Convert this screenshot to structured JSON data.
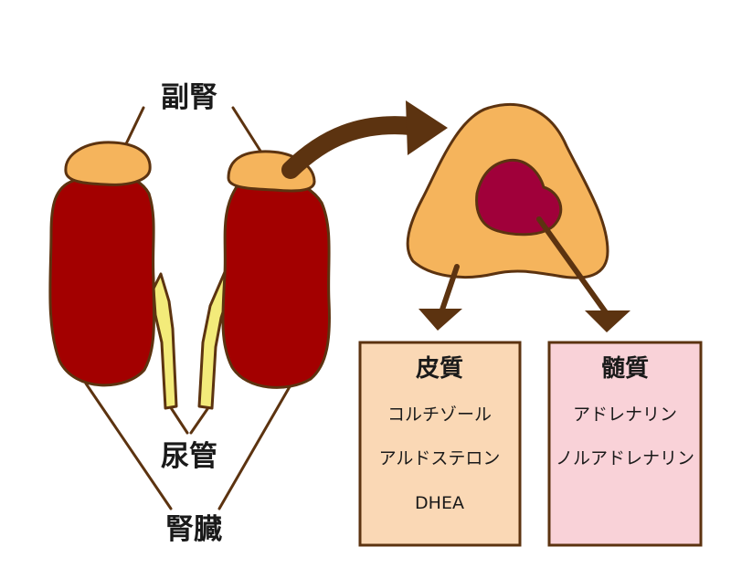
{
  "labels": {
    "adrenal": "副腎",
    "ureter": "尿管",
    "kidney": "腎臓"
  },
  "cortex": {
    "title": "皮質",
    "items": [
      "コルチゾール",
      "アルドステロン",
      "DHEA"
    ]
  },
  "medulla": {
    "title": "髄質",
    "items": [
      "アドレナリン",
      "ノルアドレナリン"
    ]
  },
  "colors": {
    "kidney": "#a30000",
    "adrenal": "#f5b45c",
    "outline": "#5c3310",
    "ureter": "#f3eb7a",
    "medulla_core": "#a0003a",
    "cortex_box": "#fad8b5",
    "medulla_box": "#f9d2d8"
  }
}
